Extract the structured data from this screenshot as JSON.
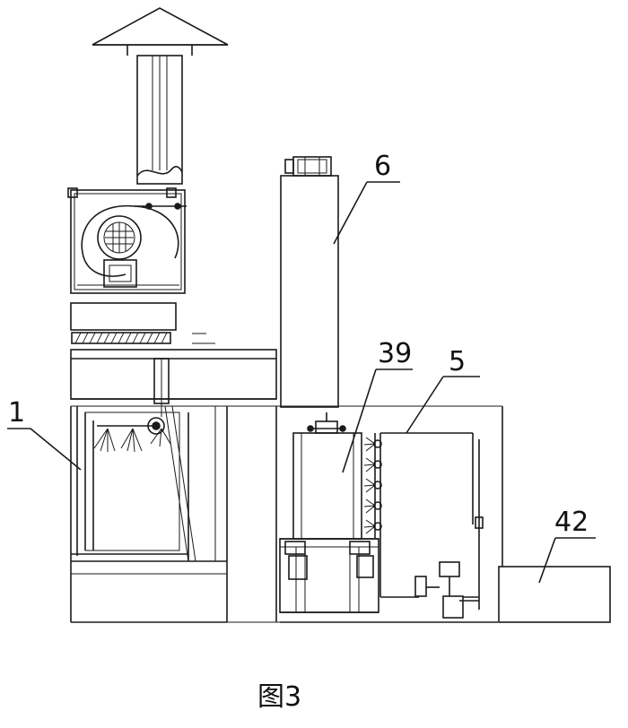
{
  "figure": {
    "caption": "图3",
    "callouts": [
      {
        "id": "1",
        "label": "1"
      },
      {
        "id": "6",
        "label": "6"
      },
      {
        "id": "39",
        "label": "39"
      },
      {
        "id": "5",
        "label": "5"
      },
      {
        "id": "42",
        "label": "42"
      }
    ]
  }
}
